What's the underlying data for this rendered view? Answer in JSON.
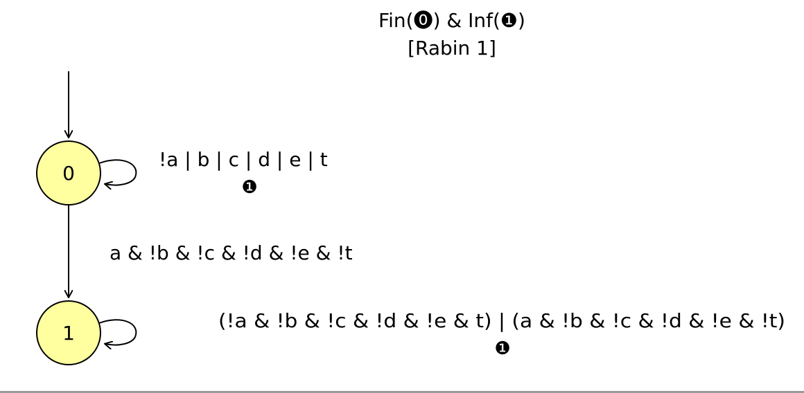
{
  "acceptance": {
    "line1_pre": "Fin(",
    "line1_sym0": "⓿",
    "line1_mid": ") & Inf(",
    "line1_sym1": "❶",
    "line1_post": ")",
    "line2": "[Rabin 1]"
  },
  "states": [
    {
      "id": "0",
      "label": "0",
      "fill": "#ffffa0"
    },
    {
      "id": "1",
      "label": "1",
      "fill": "#ffffa0"
    }
  ],
  "edges": {
    "self_0": {
      "label": "!a | b | c | d | e | t",
      "acc_mark": "❶"
    },
    "edge_0_1": {
      "label": "a & !b & !c & !d & !e & !t"
    },
    "self_1": {
      "label": "(!a & !b & !c & !d & !e & t) | (a & !b & !c & !d & !e & !t)",
      "acc_mark": "❶"
    }
  },
  "colors": {
    "state_fill": "#ffffa0",
    "stroke": "#000000"
  }
}
